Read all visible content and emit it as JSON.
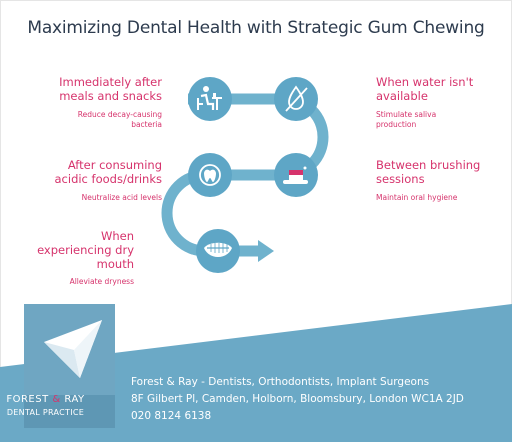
{
  "title": "Maximizing Dental Health with Strategic Gum Chewing",
  "steps": [
    {
      "title_lines": [
        "Immediately after",
        "meals and snacks"
      ],
      "desc_lines": [
        "Reduce decay-causing",
        "bacteria"
      ],
      "icon": "person-eating-icon"
    },
    {
      "title_lines": [
        "When water isn't",
        "available"
      ],
      "desc_lines": [
        "Stimulate saliva",
        "production"
      ],
      "icon": "no-drinking-icon"
    },
    {
      "title_lines": [
        "After consuming",
        "acidic foods/drinks"
      ],
      "desc_lines": [
        "Neutralize acid levels"
      ],
      "icon": "tooth-icon"
    },
    {
      "title_lines": [
        "Between brushing",
        "sessions"
      ],
      "desc_lines": [
        "Maintain oral hygiene"
      ],
      "icon": "toothbrush-icon"
    },
    {
      "title_lines": [
        "When",
        "experiencing dry",
        "mouth"
      ],
      "desc_lines": [
        "Alleviate dryness"
      ],
      "icon": "mouth-icon"
    }
  ],
  "logo": {
    "name_part1": "FOREST",
    "amp": "&",
    "name_part2": "RAY",
    "subtitle": "DENTAL PRACTICE"
  },
  "footer": {
    "line1": "Forest & Ray - Dentists, Orthodontists, Implant Surgeons",
    "line2": "8F Gilbert Pl, Camden, Holborn, Bloomsbury, London WC1A 2JD",
    "line3": "020 8124 6138"
  },
  "colors": {
    "path": "#6fb2cd",
    "node": "#5ea6c6",
    "accent_text": "#d6336c",
    "title": "#2d3b4e",
    "band": "#6ba9c6"
  }
}
